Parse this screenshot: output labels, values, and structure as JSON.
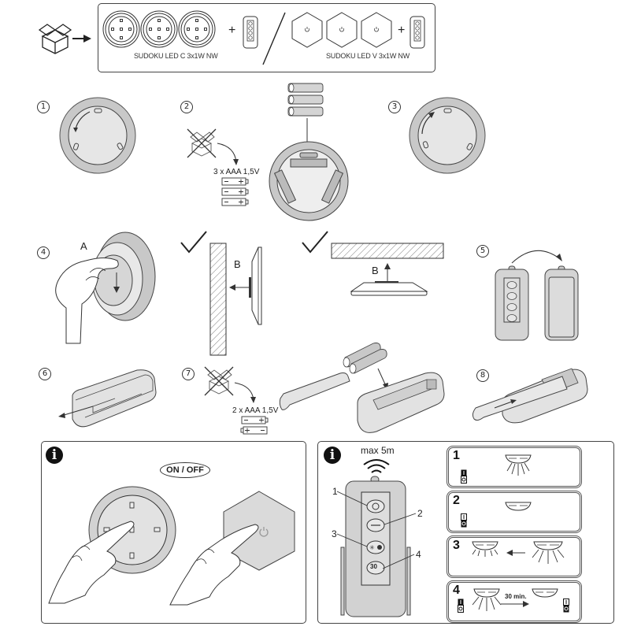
{
  "package": {
    "box_icon": "open-box-icon",
    "arrow_icon": "arrow-right-icon",
    "variant_c_label": "SUDOKU LED C 3x1W NW",
    "variant_v_label": "SUDOKU LED V 3x1W NW",
    "plus": "+",
    "round_lights_count": 3,
    "hex_lights_count": 3
  },
  "steps": {
    "s1": "1",
    "s2": "2",
    "s3": "3",
    "s4": "4",
    "s5": "5",
    "s6": "6",
    "s7": "7",
    "s8": "8"
  },
  "battery_lamp": {
    "label": "3 x AAA 1,5V",
    "count": 3,
    "no_included_icon": "crossed-box-icon"
  },
  "mounting": {
    "label_a": "A",
    "label_b_wall": "B",
    "label_b_ceiling": "B",
    "check_icon": "checkmark-icon"
  },
  "battery_remote": {
    "label": "2 x AAA 1,5V",
    "count": 2
  },
  "info_left": {
    "icon": "info-icon",
    "badge": "ON / OFF"
  },
  "info_right": {
    "icon": "info-icon",
    "range": "max 5m",
    "callouts": [
      "1",
      "2",
      "3",
      "4"
    ],
    "timer_button_label": "30",
    "modes": [
      {
        "number": "1",
        "desc": "light on"
      },
      {
        "number": "2",
        "desc": "light off"
      },
      {
        "number": "3",
        "desc": "dim"
      },
      {
        "number": "4",
        "desc": "timer",
        "timer_label": "30 min."
      }
    ]
  }
}
